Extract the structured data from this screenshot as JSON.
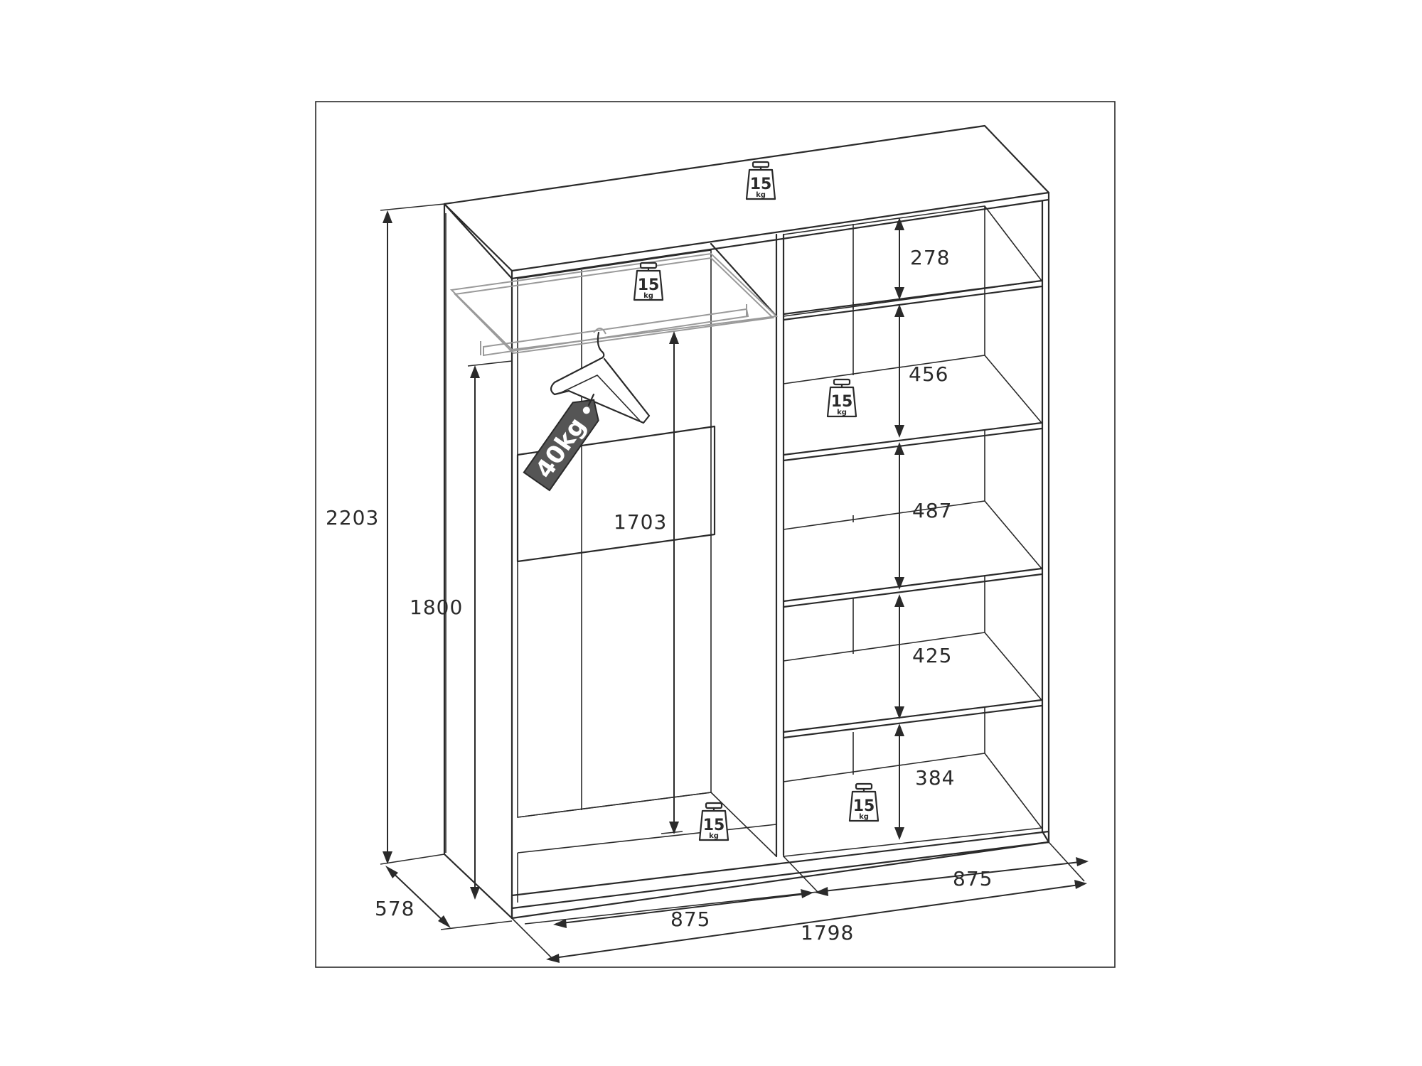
{
  "dimensions": {
    "total_height": "2203",
    "depth": "578",
    "side_height": "1800",
    "hanging_height": "1703",
    "left_width": "875",
    "right_width": "875",
    "total_width": "1798",
    "shelf_1": "278",
    "shelf_2": "456",
    "shelf_3": "487",
    "shelf_4": "425",
    "shelf_5": "384"
  },
  "weights": {
    "shelf_load_value": "15",
    "shelf_load_unit": "kg",
    "rail_load": "40kg"
  }
}
